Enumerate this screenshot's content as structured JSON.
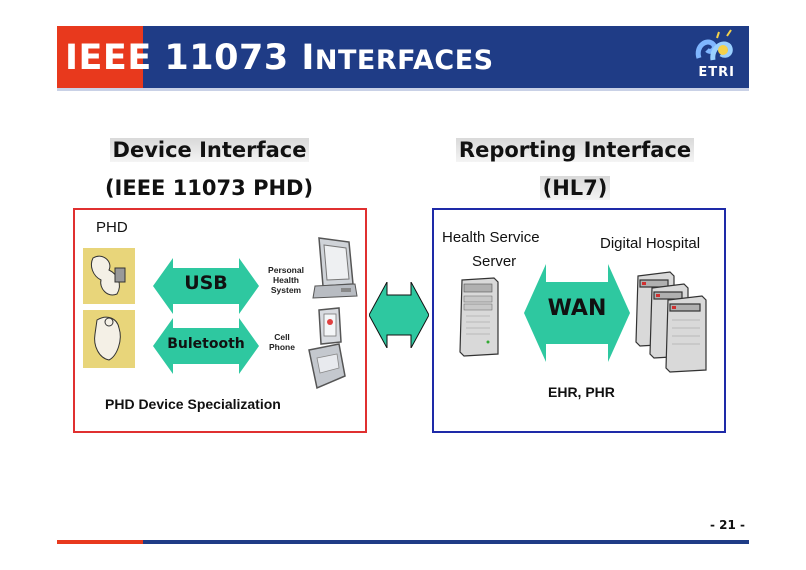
{
  "header": {
    "title_part1": "IEEE 11073 I",
    "title_part2": "NTERFACES",
    "logo_text": "ETRI",
    "logo_icon": "etri-30th-anniversary-logo"
  },
  "left_panel": {
    "heading_line1": "Device Interface",
    "heading_line2": "(IEEE 11073 PHD)",
    "phd_label": "PHD",
    "usb_label": "USB",
    "bluetooth_label": "Buletooth",
    "personal_health_system_label": "Personal Health System",
    "cell_phone_label": "Cell Phone",
    "caption": "PHD Device Specialization"
  },
  "right_panel": {
    "heading_line1": "Reporting Interface",
    "heading_line2": "(HL7)",
    "server_label_line1": "Health Service",
    "server_label_line2": "Server",
    "hospital_label": "Digital Hospital",
    "wan_label": "WAN",
    "caption": "EHR, PHR"
  },
  "footer": {
    "page_number": "- 21 -"
  },
  "colors": {
    "header_blue": "#1f3c86",
    "header_red": "#e8391d",
    "arrow_green": "#2ec8a0",
    "left_border": "#e03030",
    "right_border": "#1e2aa8"
  }
}
